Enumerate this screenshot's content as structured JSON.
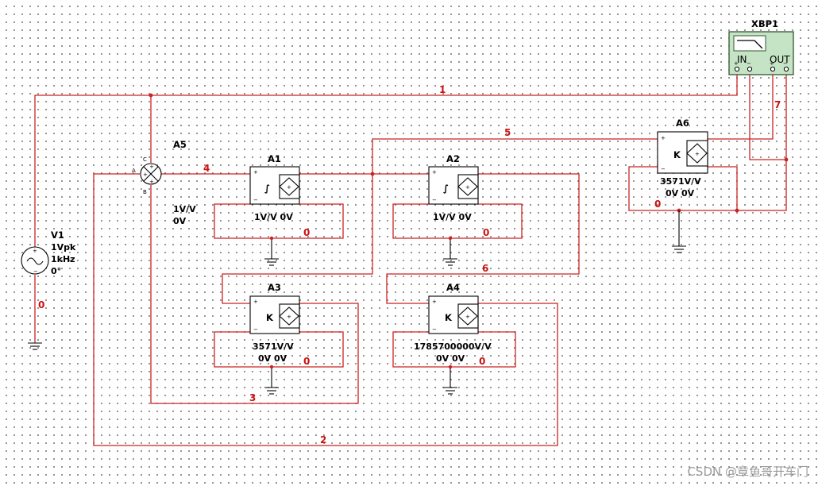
{
  "sources": {
    "V1": {
      "name": "V1",
      "amplitude": "1Vpk",
      "frequency": "1kHz",
      "phase": "0°"
    }
  },
  "adder": {
    "name": "A5",
    "gain": "1V/V",
    "offset": "0V",
    "pin_a": "A",
    "pin_b": "B",
    "pin_c": "C"
  },
  "blocks": {
    "A1": {
      "name": "A1",
      "symbol": "∫",
      "gain": "1V/V",
      "offset": "0V"
    },
    "A2": {
      "name": "A2",
      "symbol": "∫",
      "gain": "1V/V",
      "offset": "0V"
    },
    "A3": {
      "name": "A3",
      "symbol": "K",
      "gain": "3571V/V",
      "offset": "0V 0V"
    },
    "A4": {
      "name": "A4",
      "symbol": "K",
      "gain": "1785700000V/V",
      "offset": "0V 0V"
    },
    "A6": {
      "name": "A6",
      "symbol": "K",
      "gain": "3571V/V",
      "offset": "0V 0V"
    }
  },
  "bode_plotter": {
    "name": "XBP1",
    "in_label": "IN",
    "out_label": "OUT"
  },
  "nets": {
    "n1": "1",
    "n2": "2",
    "n3": "3",
    "n4": "4",
    "n5": "5",
    "n6": "6",
    "n7": "7",
    "g_v1": "0",
    "g_a1": "0",
    "g_a2": "0",
    "g_a3": "0",
    "g_a4": "0",
    "g_a6": "0"
  },
  "watermark": "CSDN @章鱼哥开车门"
}
